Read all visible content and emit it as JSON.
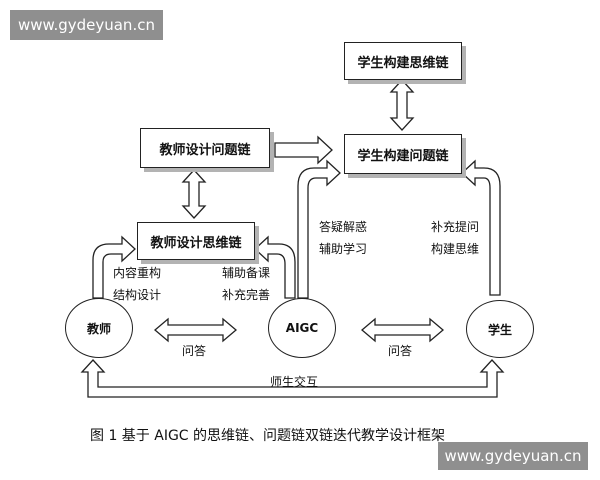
{
  "watermark": {
    "top": "www.gydeyuan.cn",
    "bottom": "www.gydeyuan.cn"
  },
  "nodes": {
    "teacher_question_chain": "教师设计问题链",
    "teacher_thinking_chain": "教师设计思维链",
    "student_question_chain": "学生构建问题链",
    "student_thinking_chain": "学生构建思维链",
    "teacher": "教师",
    "aigc": "AIGC",
    "student": "学生"
  },
  "labels": {
    "content_structure": [
      "内容重构",
      "结构设计"
    ],
    "assist_prep": [
      "辅助备课",
      "补充完善"
    ],
    "answer_assist": [
      "答疑解惑",
      "辅助学习"
    ],
    "supplement_build": [
      "补充提问",
      "构建思维"
    ],
    "qa_left": "问答",
    "qa_right": "问答",
    "teacher_student": "师生交互"
  },
  "caption": "图 1   基于 AIGC 的思维链、问题链双链迭代教学设计框架"
}
